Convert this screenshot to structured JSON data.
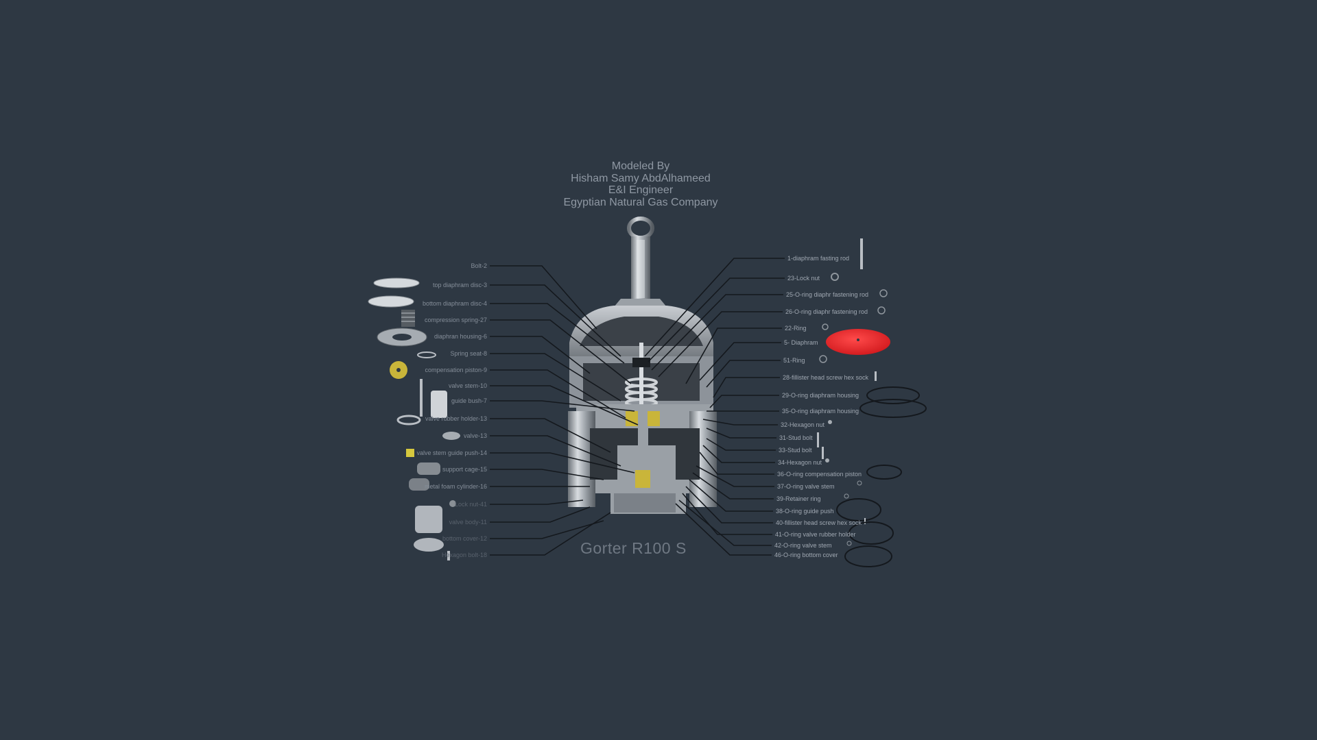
{
  "credits": {
    "line1": "Modeled By",
    "line2": "Hisham Samy AbdAlhameed",
    "line3": "E&I Engineer",
    "line4": "Egyptian Natural Gas Company"
  },
  "model_name": "Gorter R100 S",
  "colors": {
    "background": "#2e3843",
    "leader_line": "#14181d",
    "highlight_part": "#e8262a",
    "metal": "#b9bec4",
    "brass": "#c9b53a"
  },
  "left_labels": [
    "Bolt-2",
    "top diaphram disc-3",
    "bottom diaphram disc-4",
    "compression spring-27",
    "diaphran housing-6",
    "Spring seat-8",
    "compensation piston-9",
    "valve stem-10",
    "guide bush-7",
    "valve rubber holder-13",
    "valve-13",
    "valve stem guide push-14",
    "support cage-15",
    "metal foam cylinder-16",
    "Lock nut-41",
    "valve body-11",
    "bottom cover-12",
    "Hexagon bolt-18"
  ],
  "right_labels": [
    "1-diaphram fasting rod",
    "23-Lock nut",
    "25-O-ring diaphr fastening rod",
    "26-O-ring diaphr fastening rod",
    "22-Ring",
    "5- Diaphram",
    "51-Ring",
    "28-fillister head screw hex sock",
    "29-O-ring diaphram housing",
    "35-O-ring diaphram housing",
    "32-Hexagon nut",
    "31-Stud bolt",
    "33-Stud bolt",
    "34-Hexagon nut",
    "36-O-ring compensation piston",
    "37-O-ring valve stem",
    "39-Retainer ring",
    "38-O-ring guide push",
    "40-fillister head screw hex sock",
    "41-O-ring valve rubber holder",
    "42-O-ring valve stem",
    "46-O-ring bottom cover"
  ]
}
